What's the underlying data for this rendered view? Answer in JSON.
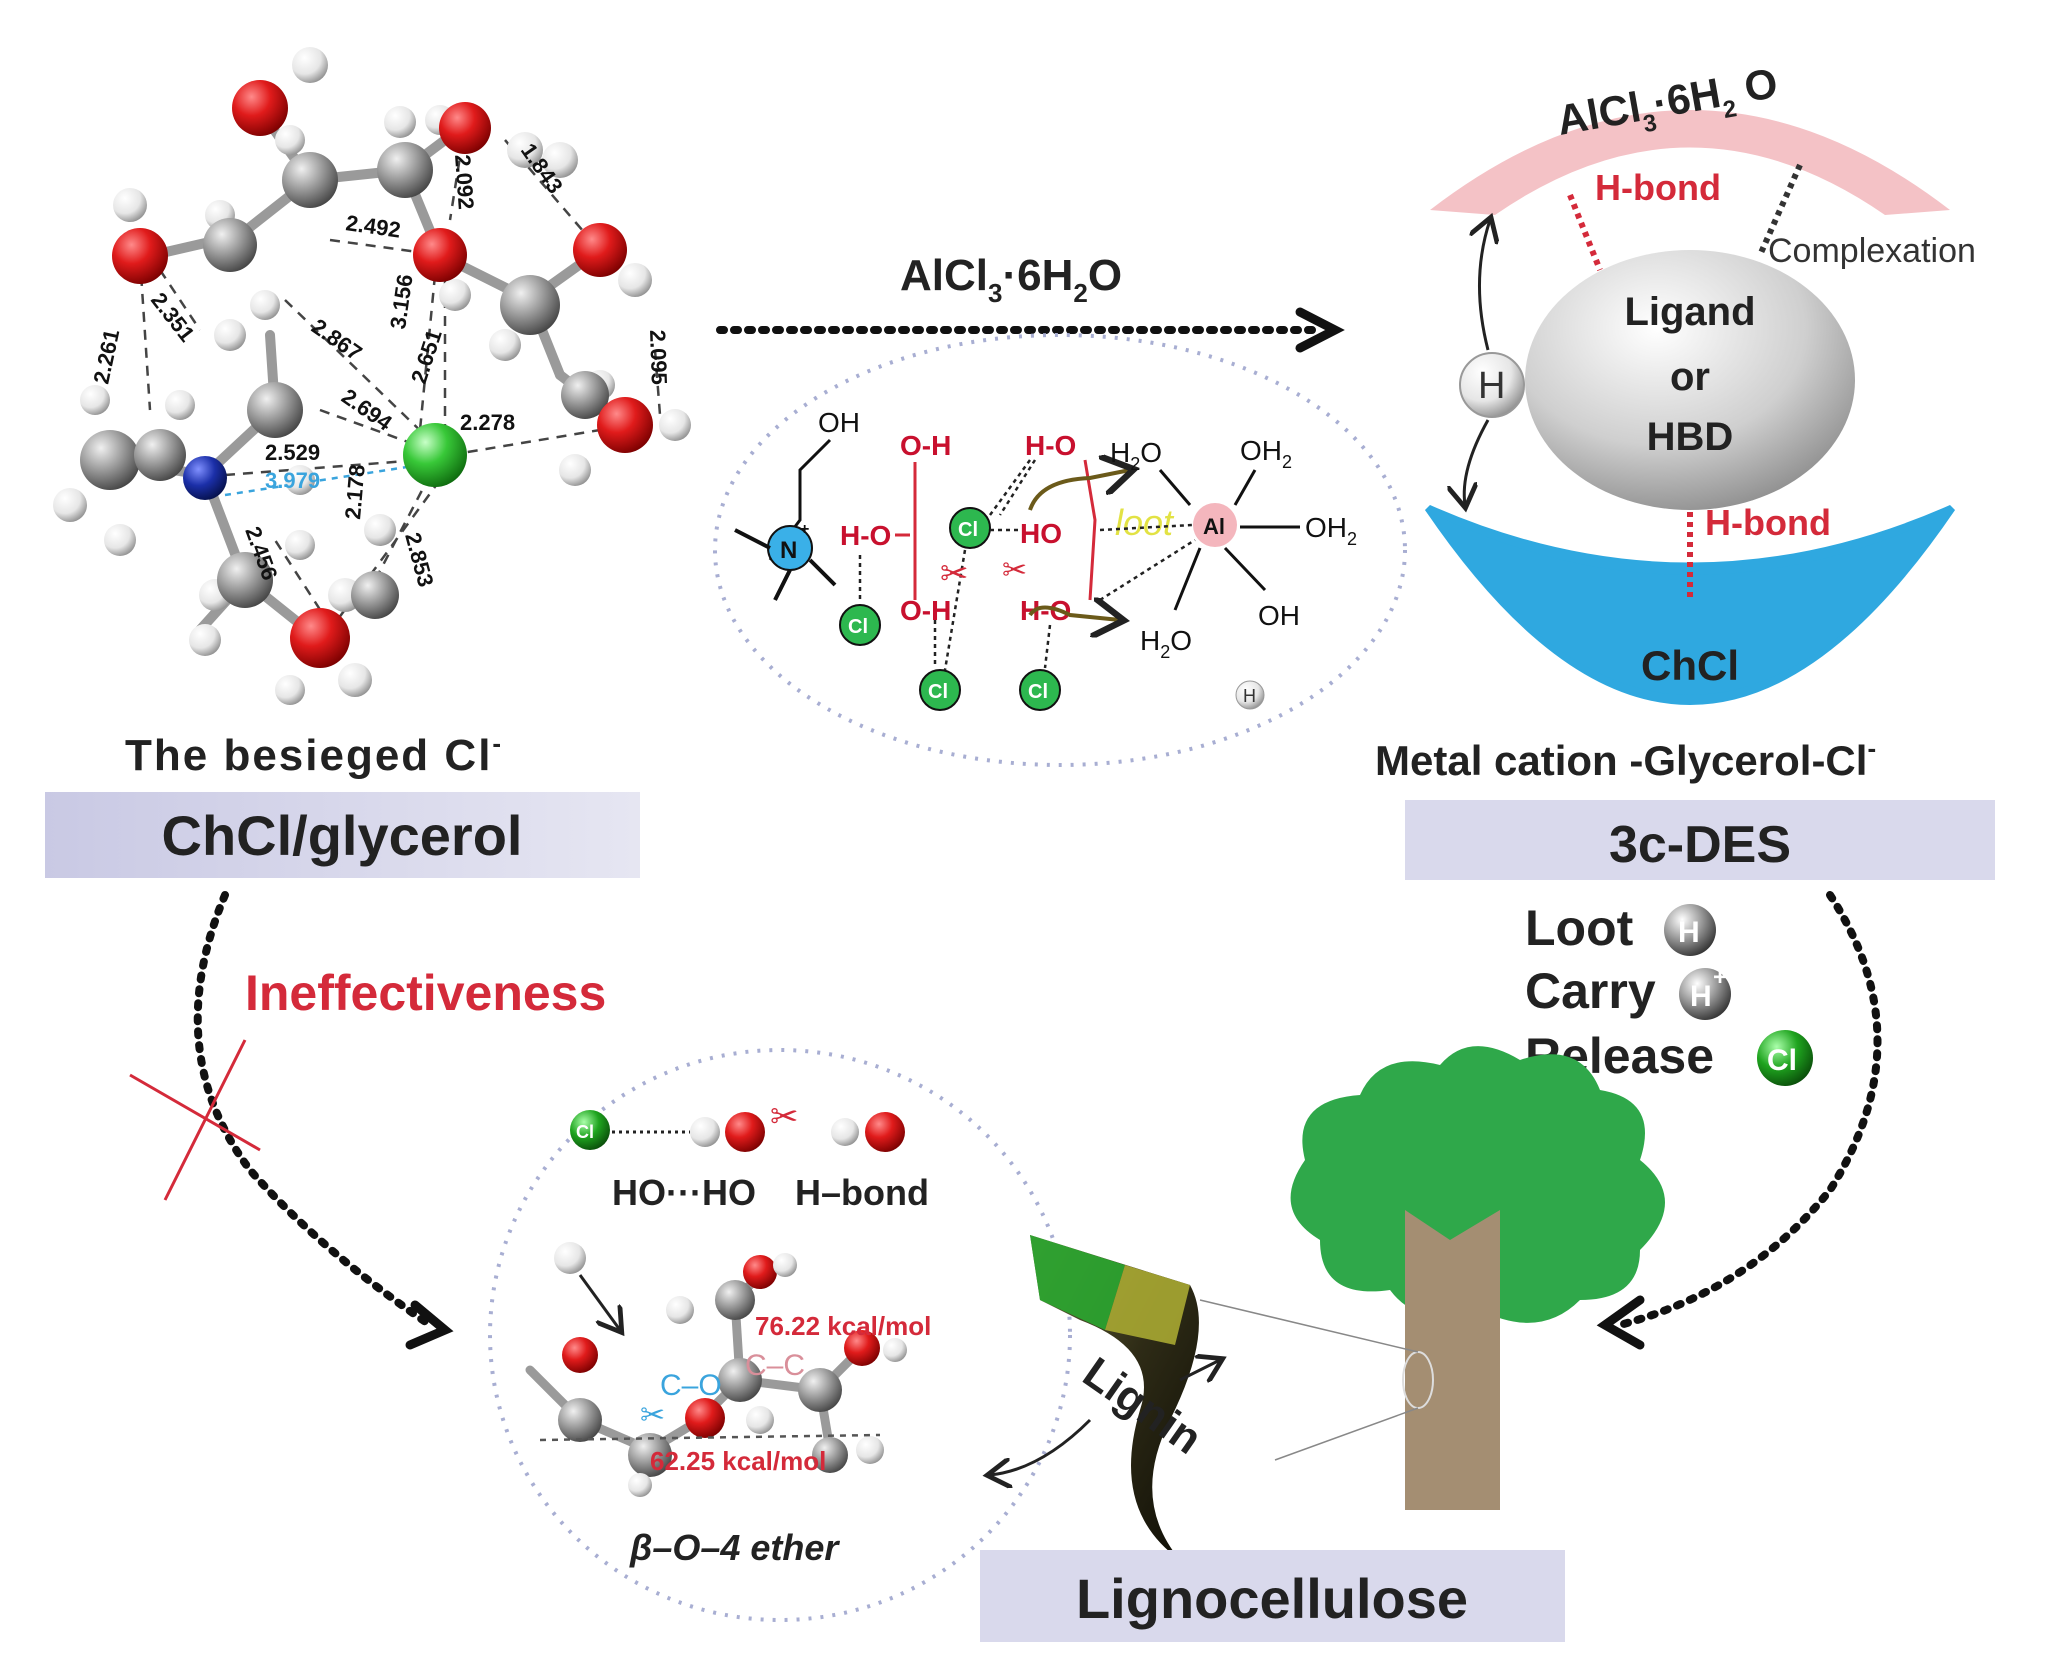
{
  "left": {
    "caption": "The besieged Cl",
    "caption_sup": "-",
    "label_box": "ChCl/glycerol",
    "distances": [
      "2.261",
      "2.351",
      "2.492",
      "2.092",
      "1.843",
      "2.867",
      "3.156",
      "2.651",
      "2.095",
      "2.694",
      "2.278",
      "2.529",
      "3.979",
      "2.178",
      "2.456",
      "2.853"
    ]
  },
  "arrow_top": {
    "reagent": "AlCl",
    "reagent_sub1": "3",
    "reagent_mid": "·6H",
    "reagent_sub2": "2",
    "reagent_end": "O"
  },
  "mechanism": {
    "oh": "OH",
    "n": "N",
    "cl": "Cl",
    "oh_top": "O-H",
    "ho_left": "H-O",
    "oh_bottom": "O-H",
    "ho_top2": "H-O",
    "ho_mid": "HO",
    "ho_bottom": "H-O",
    "loot": "loot",
    "al": "Al",
    "h2o_tl": "H",
    "h2o_sub": "2",
    "o": "O",
    "oh2_tr": "OH",
    "oh2_r": "OH",
    "oh_br": "OH",
    "h2o_bl": "H",
    "h_plus": "H"
  },
  "right": {
    "top_arc": "AlCl",
    "top_arc_sub1": "3",
    "top_arc_mid": "·6H",
    "top_arc_sub2": "2",
    "top_arc_end": " O",
    "hbond_top": "H-bond",
    "complexation": "Complexation",
    "ligand_1": "Ligand",
    "ligand_2": "or",
    "ligand_3": "HBD",
    "h_ball": "H",
    "hbond_bottom": "H-bond",
    "bottom_arc": "ChCl",
    "caption": "Metal cation -Glycerol-Cl",
    "caption_sup": "-",
    "label_box": "3c-DES",
    "actions": [
      {
        "text": "Loot",
        "ball": "H"
      },
      {
        "text": "Carry",
        "ball": "H+"
      },
      {
        "text": "Release",
        "ball": "Cl"
      }
    ]
  },
  "bottom": {
    "ineffectiveness": "Ineffectiveness",
    "hoho": "HO···HO",
    "hbond": "H–bond",
    "e1": "76.22 kcal/mol",
    "cc": "C–C",
    "co": "C–O",
    "e2": "62.25 kcal/mol",
    "ether": "β–O–4 ether",
    "lignin": "Lignin",
    "label_box": "Lignocellulose"
  },
  "colors": {
    "oxygen": "#d41f1f",
    "carbon": "#8e8e8e",
    "hydrogen": "#eeeeee",
    "chlorine": "#3ec43e",
    "nitrogen": "#1b2fa8",
    "label_box": "#d9d9ec",
    "arc_top": "#f4c2c6",
    "arc_bottom": "#2fa8e0",
    "tree_green": "#2fa84a",
    "trunk": "#a48e72",
    "accent_red": "#d42a3a"
  }
}
